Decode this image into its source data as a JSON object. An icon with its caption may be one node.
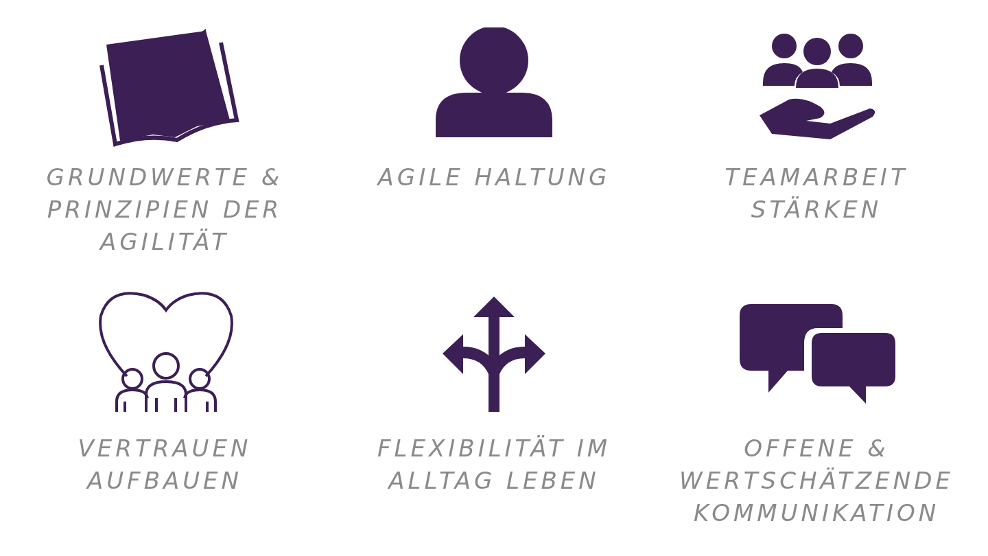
{
  "diagram": {
    "labels": [
      "GRUNDWERTE & PRINZIPIEN DER AGILITÄT",
      "AGILE HALTUNG",
      "TEAMARBEIT STÄRKEN",
      "VERTRAUEN AUFBAUEN",
      "FLEXIBILITÄT IM ALLTAG LEBEN",
      "OFFENE & WERTSCHÄTZENDE KOMMUNIKATION"
    ]
  }
}
